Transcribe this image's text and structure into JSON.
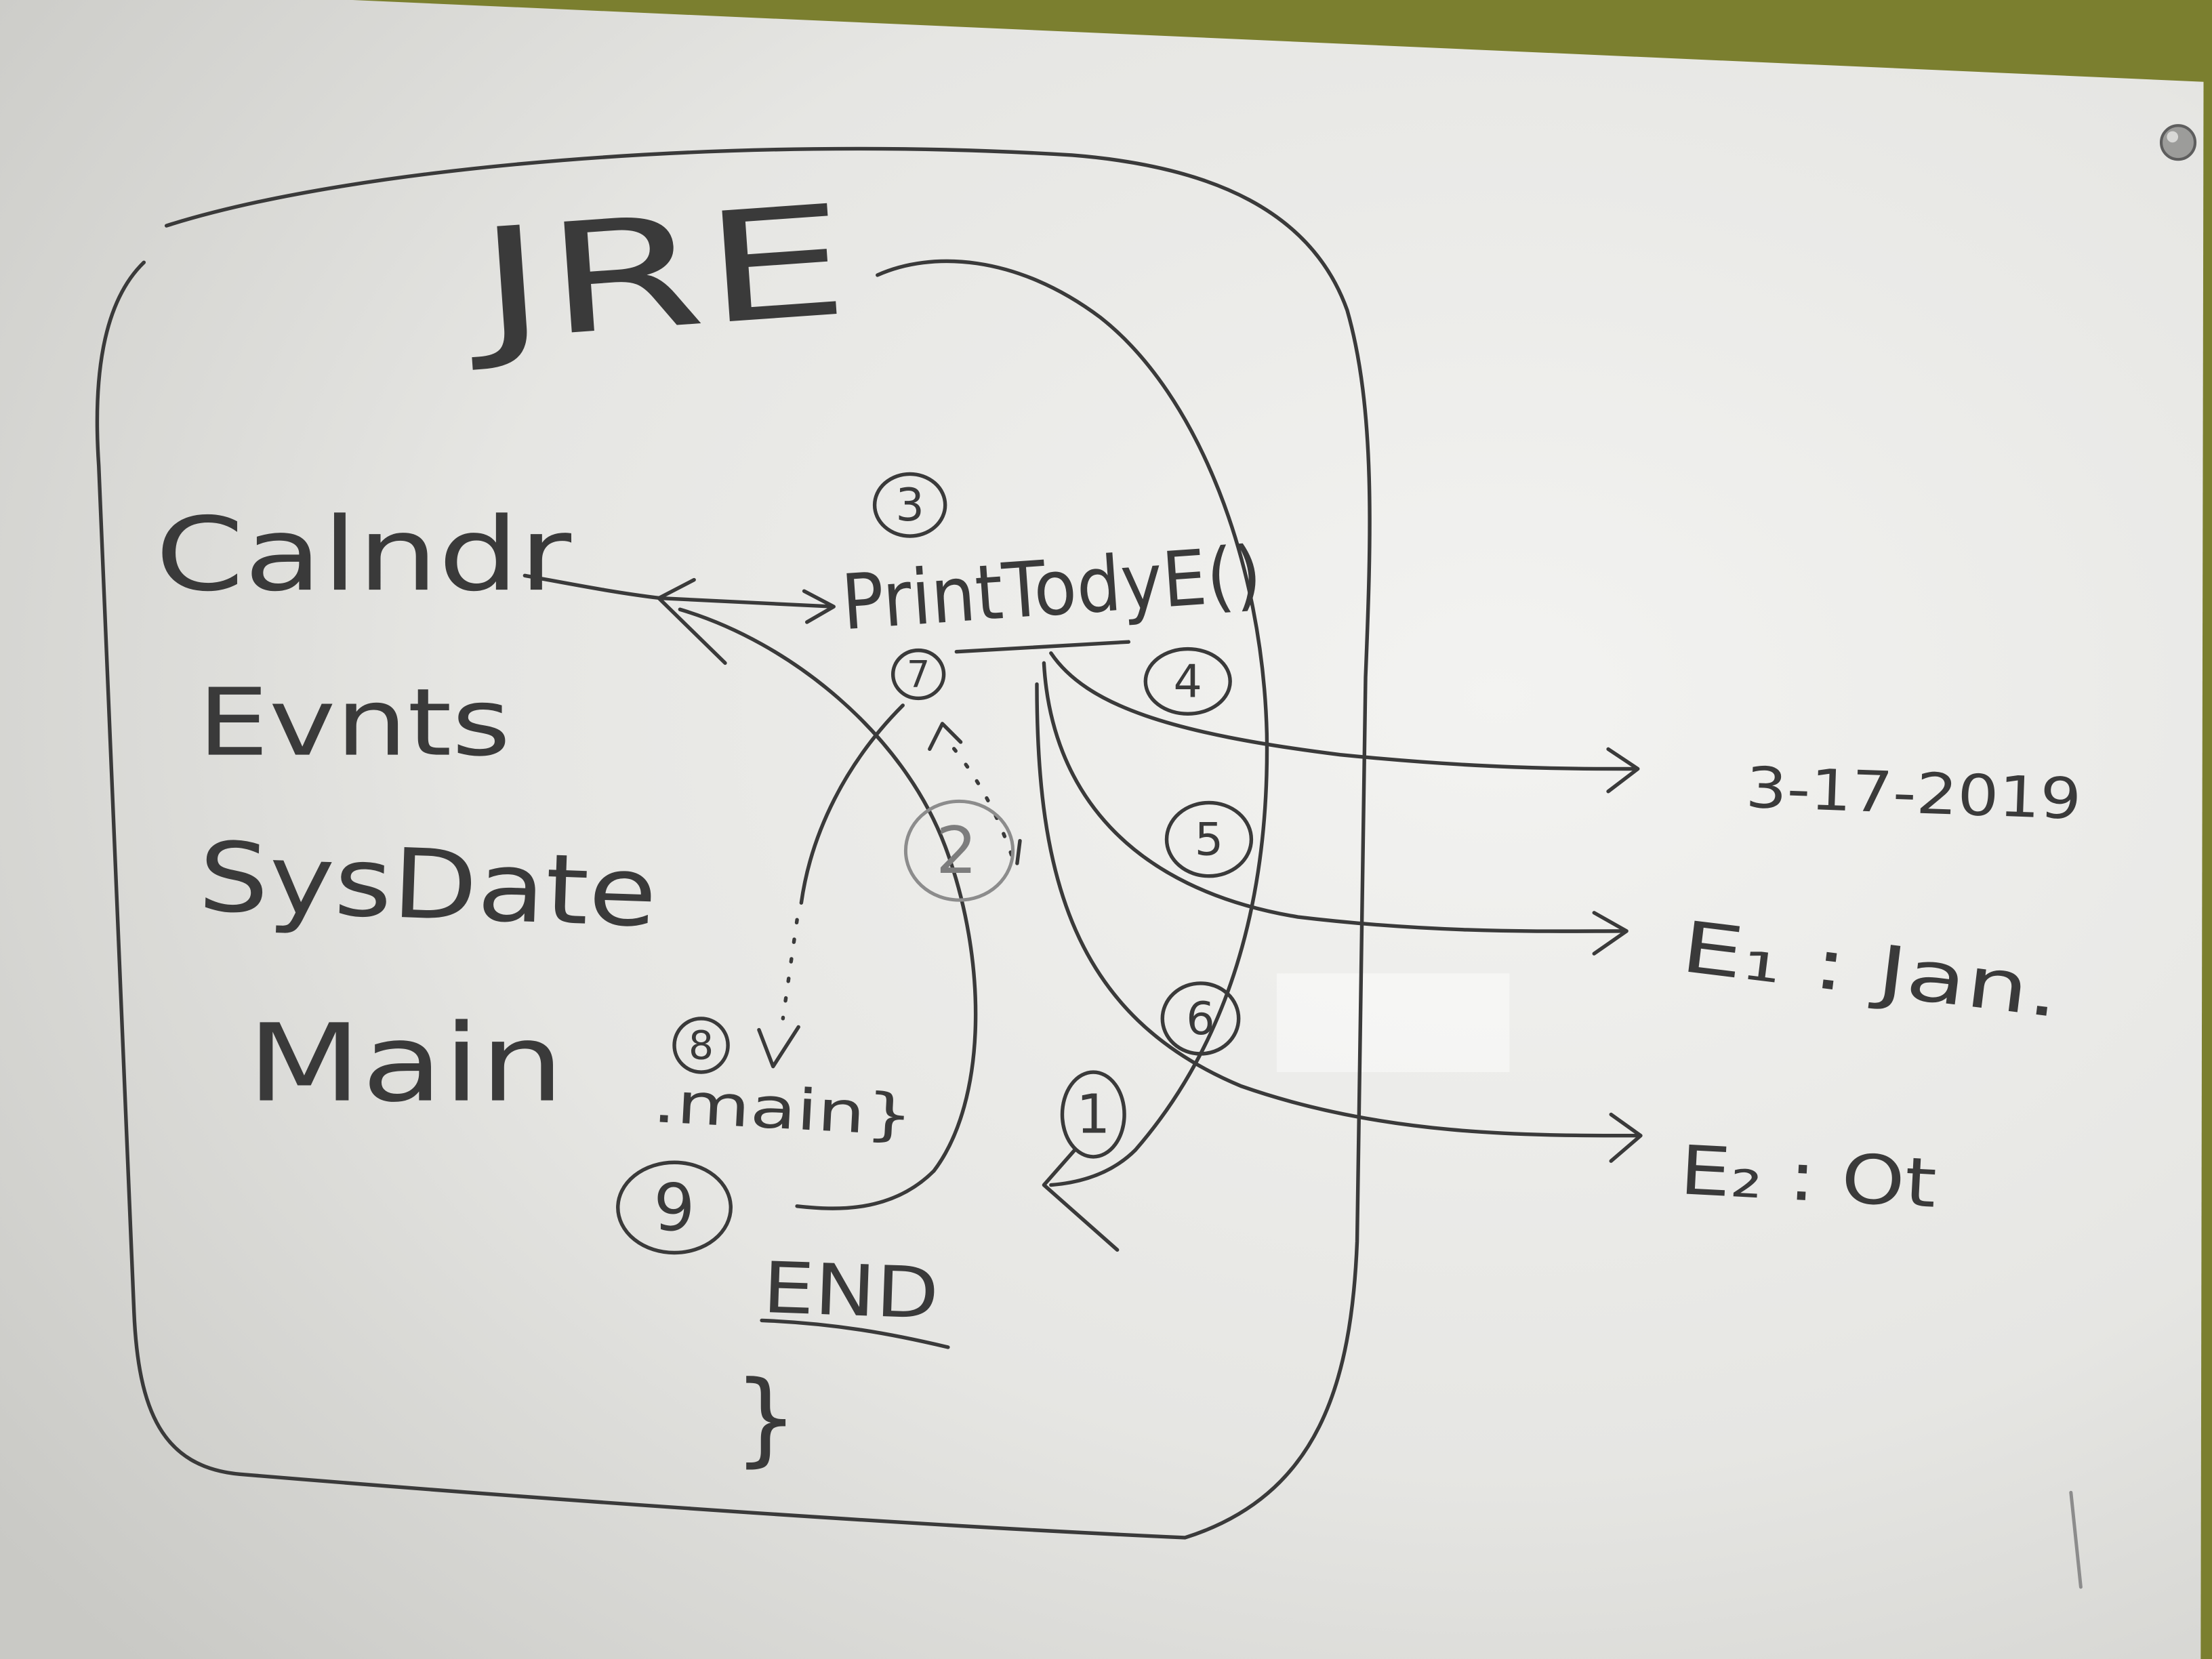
{
  "title": "JRE",
  "components": {
    "calendar": "Calndr",
    "events": "Evnts",
    "sysdate": "SysDate",
    "main": "Main"
  },
  "method": "PrintTodyE()",
  "main_close": ".main}",
  "end": {
    "label": "END",
    "brace": "}"
  },
  "outputs": {
    "date": "3-17-2019",
    "event1": "E₁ : Jan.",
    "event2": "E₂ : Ot"
  },
  "steps": [
    "1",
    "2",
    "3",
    "4",
    "5",
    "6",
    "7",
    "8",
    "9"
  ],
  "colors": {
    "wall": "#7b7f2f",
    "board_light": "#f3f3f1",
    "board_mid": "#e6e6e3",
    "board_dark": "#c9c9c5",
    "ink": "#3a3a3a",
    "screw": "#9c9c9a"
  }
}
